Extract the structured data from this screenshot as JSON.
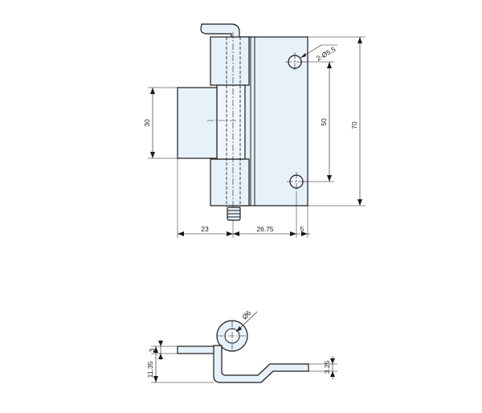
{
  "colors": {
    "part_fill": "#e6f1fa",
    "line": "#1a1a1a"
  },
  "front_view": {
    "dimensions": {
      "hole_callout": "2-Ø5.5",
      "total_height": "70",
      "hole_spacing": "50",
      "leaf_height": "30",
      "left_width": "23",
      "center_width": "26.75",
      "edge_offset": "5"
    }
  },
  "side_view": {
    "dimensions": {
      "pin_diameter": "Ø6",
      "thickness": "3",
      "offset_height": "11.35",
      "right_offset": "3.25"
    }
  }
}
